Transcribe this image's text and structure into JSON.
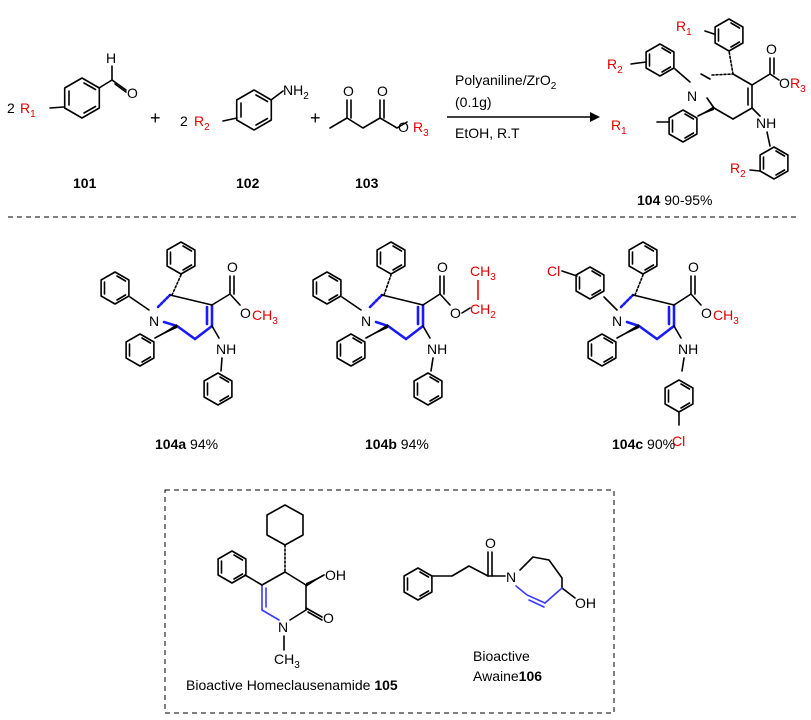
{
  "reaction": {
    "reagent_line1": "Polyaniline/ZrO",
    "reagent_line1_sub": "2",
    "reagent_line2": "(0.1g)",
    "reagent_line3": "EtOH, R.T",
    "plus": "+",
    "coef_101": "2",
    "coef_102": "2",
    "r1": "R",
    "r1_sub": "1",
    "r2": "R",
    "r2_sub": "2",
    "r3": "R",
    "r3_sub": "3",
    "nh2": "NH",
    "nh2_sub": "2",
    "h": "H",
    "o": "O",
    "n": "N",
    "nh": "NH"
  },
  "compounds": {
    "c101": "101",
    "c102": "102",
    "c103": "103",
    "c104": "104",
    "c104_yield": " 90-95%",
    "c104a": "104a",
    "c104a_yield": " 94%",
    "c104b": "104b",
    "c104b_yield": " 94%",
    "c104c": "104c",
    "c104c_yield": " 90%",
    "ch3": "CH",
    "ch3_sub": "3",
    "ch2": "CH",
    "ch2_sub": "2",
    "cl": "Cl",
    "oh": "OH"
  },
  "bioactive": {
    "homeclausenamide_prefix": "Bioactive Homeclausenamide ",
    "homeclausenamide_num": "105",
    "awaine_line1": "Bioactive",
    "awaine_line2": "Awaine",
    "awaine_num": "106"
  }
}
